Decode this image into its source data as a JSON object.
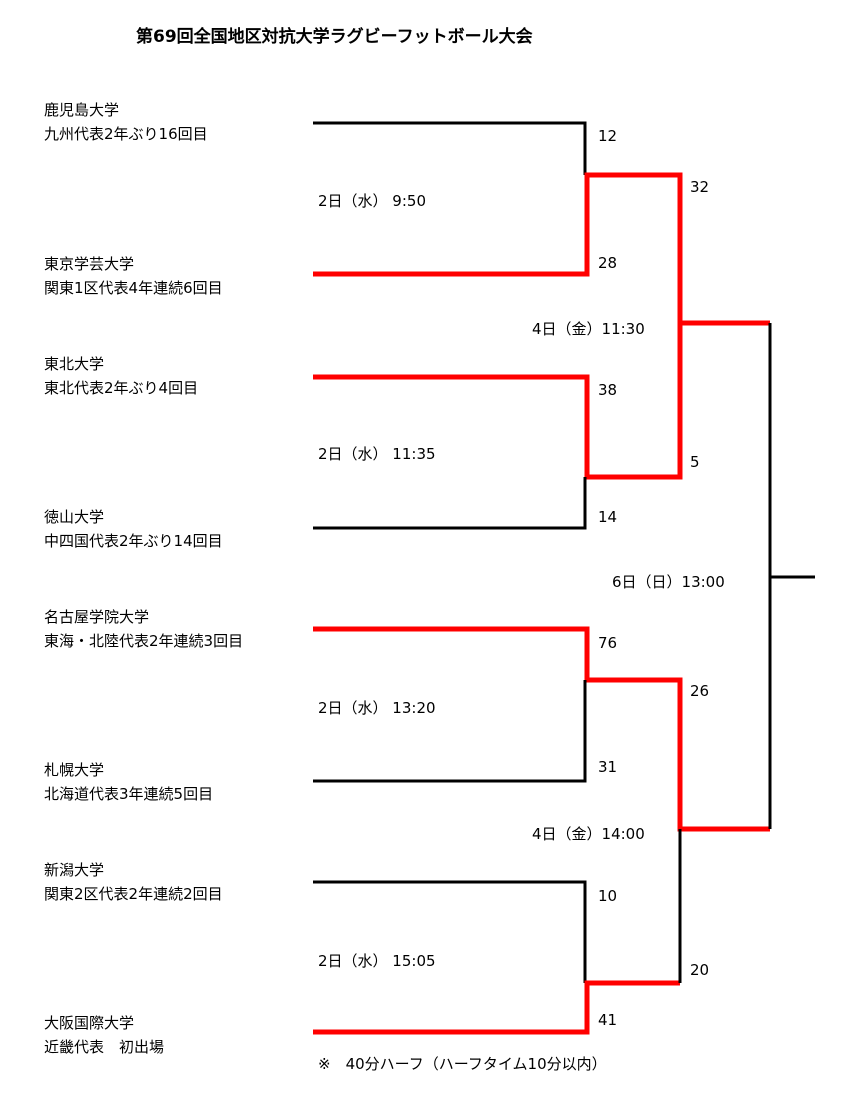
{
  "title": "第69回全国地区対抗大学ラグビーフットボール大会",
  "teams": [
    {
      "name": "鹿児島大学",
      "info": "九州代表2年ぶり16回目"
    },
    {
      "name": "東京学芸大学",
      "info": "関東1区代表4年連続6回目"
    },
    {
      "name": "東北大学",
      "info": "東北代表2年ぶり4回目"
    },
    {
      "name": "徳山大学",
      "info": "中四国代表2年ぶり14回目"
    },
    {
      "name": "名古屋学院大学",
      "info": "東海・北陸代表2年連続3回目"
    },
    {
      "name": "札幌大学",
      "info": "北海道代表3年連続5回目"
    },
    {
      "name": "新潟大学",
      "info": "関東2区代表2年連続2回目"
    },
    {
      "name": "大阪国際大学",
      "info": "近畿代表　初出場"
    }
  ],
  "round1": [
    {
      "time": "2日（水）  9:50",
      "score_top": "12",
      "score_bottom": "28",
      "winner": "bottom"
    },
    {
      "time": "2日（水）  11:35",
      "score_top": "38",
      "score_bottom": "14",
      "winner": "top"
    },
    {
      "time": "2日（水）  13:20",
      "score_top": "76",
      "score_bottom": "31",
      "winner": "top"
    },
    {
      "time": "2日（水）  15:05",
      "score_top": "10",
      "score_bottom": "41",
      "winner": "bottom"
    }
  ],
  "semifinals": [
    {
      "time": "4日（金）11:30",
      "score_top": "32",
      "score_bottom": "5",
      "winner": "top"
    },
    {
      "time": "4日（金）14:00",
      "score_top": "26",
      "score_bottom": "20",
      "winner": "top"
    }
  ],
  "final": {
    "time": "6日（日）13:00"
  },
  "note": "※　40分ハーフ（ハーフタイム10分以内）",
  "colors": {
    "winner_line": "#ff0000",
    "line": "#000000"
  }
}
